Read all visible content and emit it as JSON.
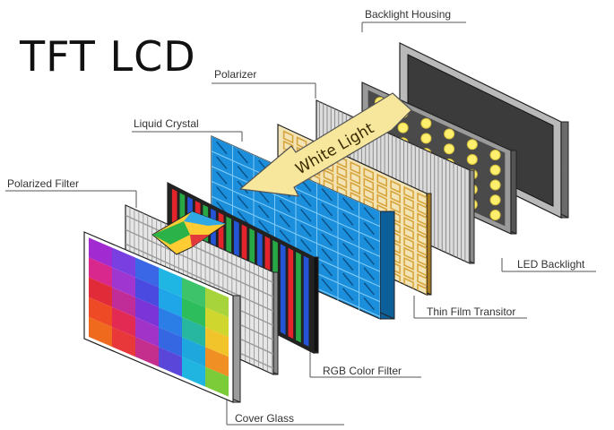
{
  "title": "TFT LCD",
  "arrow_label": "White Light",
  "layers": [
    "Backlight Housing",
    "Polarizer",
    "Liquid Crystal",
    "Polarized Filter",
    "LED Backlight",
    "Thin Film Transitor",
    "RGB Color Filter",
    "Cover Glass"
  ],
  "colors": {
    "frame": "#8a8a8a",
    "screen_dark": "#3b3b3b",
    "led": "#ffef6e",
    "liquid_crystal": "#1b8fdb",
    "tft_gold": "#d8a53c",
    "arrow_fill": "#f6e79c",
    "rgb_red": "#e3242b",
    "rgb_green": "#28a745",
    "rgb_blue": "#2455d6"
  }
}
